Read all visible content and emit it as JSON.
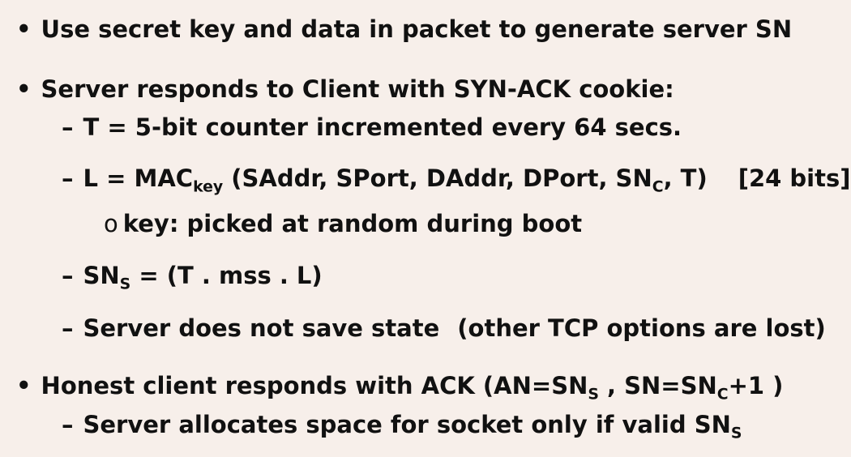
{
  "bullets": {
    "dot": "•",
    "dash": "–",
    "circle": "o"
  },
  "b1": {
    "text": "Use secret key and data in packet to generate server SN"
  },
  "b2": {
    "text": "Server responds to Client with SYN-ACK cookie:",
    "s1": {
      "text": "T = 5-bit counter incremented every 64 secs."
    },
    "s2": {
      "pre": "L = MAC",
      "sub1": "key",
      "mid": " (SAddr,  SPort, DAddr, DPort, SN",
      "sub2": "C",
      "post": ", T)",
      "note": "[24 bits]",
      "ss1": {
        "text": "key:  picked at random during boot"
      }
    },
    "s3": {
      "pre": "SN",
      "sub": "S",
      "post": " =  (T . mss .  L)"
    },
    "s4": {
      "text": "Server does not save state",
      "note": "(other TCP options are lost)"
    }
  },
  "b3": {
    "pre": "Honest client responds with ACK (AN=SN",
    "sub1": "S",
    "mid": " ,  SN=SN",
    "sub2": "C",
    "post": "+1 )",
    "s1": {
      "pre": "Server allocates space for socket only if valid  SN",
      "sub": "S"
    }
  }
}
